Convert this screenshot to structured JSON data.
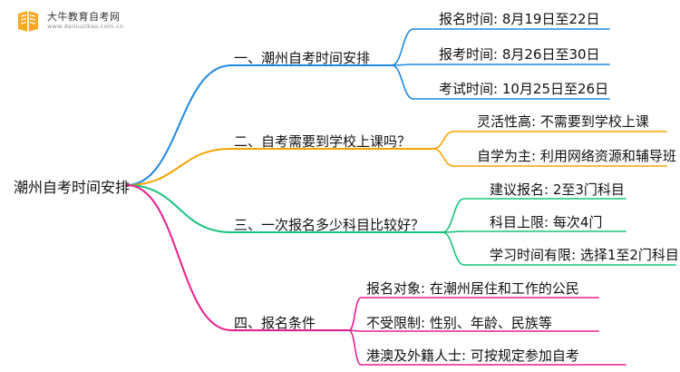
{
  "logo": {
    "name": "大牛教育自考网",
    "url": "www.daniuzikao.com.cn"
  },
  "root": {
    "label": "潮州自考时间安排"
  },
  "branches": [
    {
      "label": "一、潮州自考时间安排",
      "color": "#1e88e5",
      "leaves": [
        "报名时间: 8月19日至22日",
        "报考时间: 8月26日至30日",
        "考试时间: 10月25日至26日"
      ]
    },
    {
      "label": "二、自考需要到学校上课吗？",
      "color": "#f5a300",
      "leaves": [
        "灵活性高: 不需要到学校上课",
        "自学为主: 利用网络资源和辅导班"
      ]
    },
    {
      "label": "三、一次报名多少科目比较好？",
      "color": "#19c37d",
      "leaves": [
        "建议报名: 2至3门科目",
        "科目上限: 每次4门",
        "学习时间有限: 选择1至2门科目"
      ]
    },
    {
      "label": "四、报名条件",
      "color": "#e91e8c",
      "leaves": [
        "报名对象: 在潮州居住和工作的公民",
        "不受限制: 性别、年龄、民族等",
        "港澳及外籍人士: 可按规定参加自考"
      ]
    }
  ]
}
